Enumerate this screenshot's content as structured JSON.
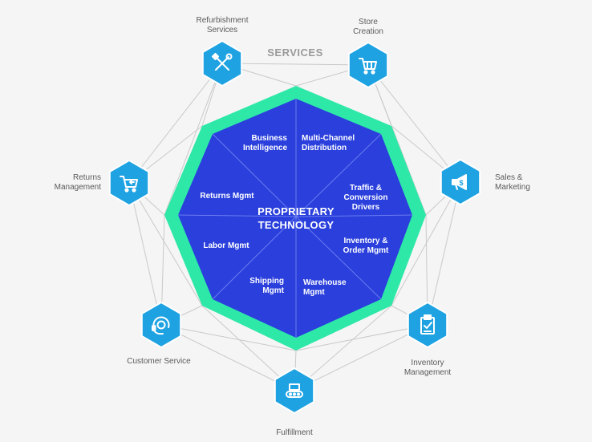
{
  "services_title": "SERVICES",
  "center": {
    "line1": "PROPRIETARY",
    "line2": "TECHNOLOGY"
  },
  "segments": [
    {
      "lines": [
        "Business",
        "Intelligence"
      ]
    },
    {
      "lines": [
        "Multi-Channel",
        "Distribution"
      ]
    },
    {
      "lines": [
        "Traffic &",
        "Conversion",
        "Drivers"
      ]
    },
    {
      "lines": [
        "Inventory &",
        "Order Mgmt"
      ]
    },
    {
      "lines": [
        "Warehouse",
        "Mgmt"
      ]
    },
    {
      "lines": [
        "Shipping",
        "Mgmt"
      ]
    },
    {
      "lines": [
        "Labor Mgmt"
      ]
    },
    {
      "lines": [
        "Returns Mgmt"
      ]
    }
  ],
  "services": [
    {
      "icon": "tools-icon",
      "lines": [
        "Refurbishment",
        "Services"
      ]
    },
    {
      "icon": "shopping-cart-icon",
      "lines": [
        "Store",
        "Creation"
      ]
    },
    {
      "icon": "megaphone-icon",
      "lines": [
        "Sales &",
        "Marketing"
      ]
    },
    {
      "icon": "clipboard-icon",
      "lines": [
        "Inventory",
        "Management"
      ]
    },
    {
      "icon": "conveyor-icon",
      "lines": [
        "Fulfillment"
      ]
    },
    {
      "icon": "headset-icon",
      "lines": [
        "Customer Service"
      ]
    },
    {
      "icon": "return-cart-icon",
      "lines": [
        "Returns",
        "Management"
      ]
    }
  ],
  "colors": {
    "core": "#2a3fdc",
    "ring": "#2ee8a8",
    "node": "#1ea2e2",
    "line": "#c9c9c9"
  }
}
